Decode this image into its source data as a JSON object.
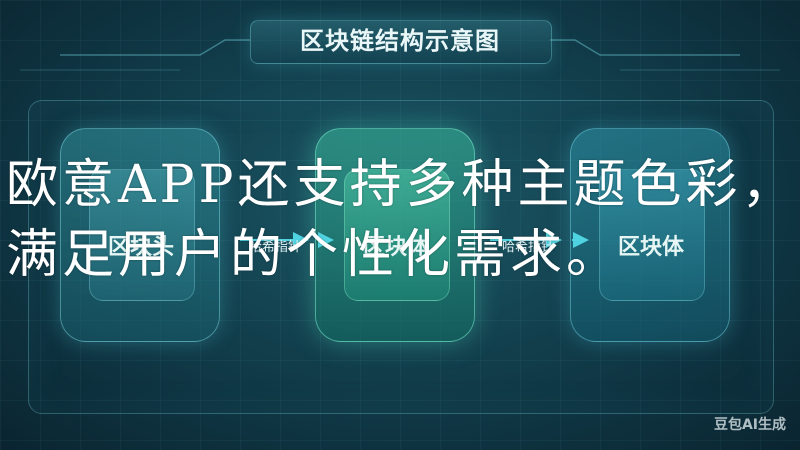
{
  "title": "区块链结构示意图",
  "blocks": [
    {
      "label": "区块头"
    },
    {
      "label": "区块体"
    },
    {
      "label": "区块体"
    }
  ],
  "arrow_labels": [
    "哈希指针",
    "哈希指针"
  ],
  "overlay_text": "欧意APP还支持多种主题色彩，满足用户的个性化需求。",
  "watermark": "豆包AI生成",
  "colors": {
    "background": "#123f4d",
    "accent_teal": "#5fc8d2",
    "accent_green": "#3fc4a0",
    "arrow": "#4fd3e0"
  }
}
